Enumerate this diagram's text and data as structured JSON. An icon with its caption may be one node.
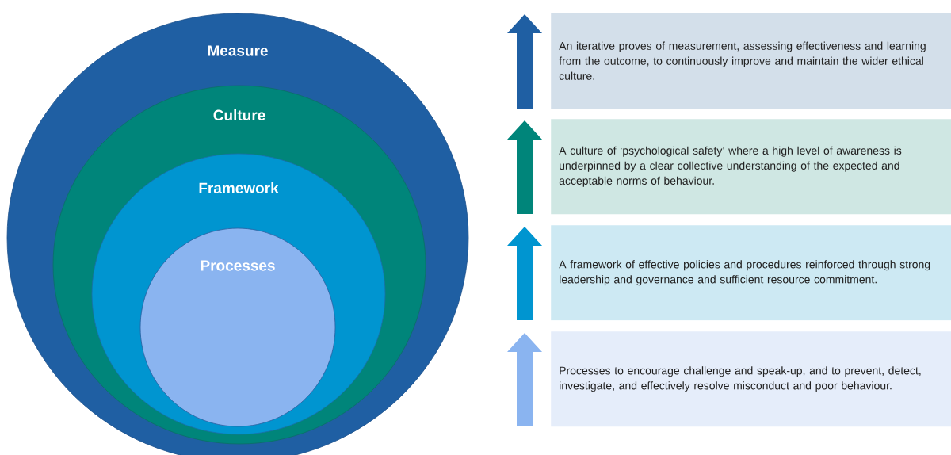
{
  "diagram": {
    "nodes": [
      {
        "text": [
          "Measure"
        ]
      },
      {
        "text": [
          "Culture"
        ],
        "in": 0
      },
      {
        "text": [
          "Framework"
        ],
        "in": 1
      },
      {
        "text": [
          "Processes"
        ],
        "in": 2
      },
      {
        "text": [
          "An iterative proves of measurement, assessing effectiveness and learning from the outcome, to continuously improve and maintain the wider ethical culture."
        ]
      },
      {
        "text": [
          "A culture of ‘psychological safety’ where a high level of awareness is underpinned by a clear collective understanding of the expected and acceptable norms of behaviour."
        ]
      },
      {
        "text": [
          "A framework of effective policies and procedures reinforced through strong leadership and governance and sufficient resource commitment."
        ]
      },
      {
        "text": [
          "Processes to encourage challenge and speak-up, and to prevent, detect, investigate, and effectively resolve misconduct and poor behaviour."
        ]
      }
    ]
  }
}
